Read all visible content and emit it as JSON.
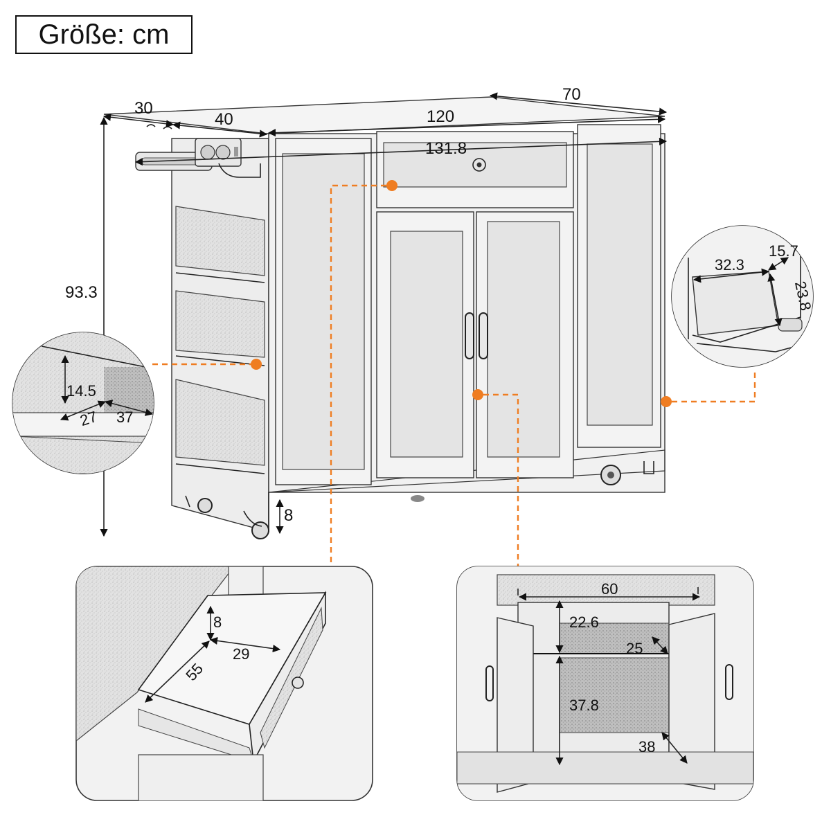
{
  "title": "Größe: cm",
  "main_dimensions": {
    "side_depth": "30",
    "side_width": "40",
    "top_depth": "70",
    "front_width": "120",
    "total_width": "131.8",
    "height": "93.3",
    "wheel_height": "8"
  },
  "insets": {
    "side_shelf": {
      "height": "14.5",
      "depth": "27",
      "width": "37"
    },
    "pull_out_basket": {
      "width": "32.3",
      "depth": "15.7",
      "height": "23.8"
    },
    "drawer": {
      "height": "8",
      "width": "29",
      "depth": "55"
    },
    "cabinet": {
      "width": "60",
      "upper_height": "22.6",
      "upper_depth": "25",
      "lower_height": "37.8",
      "lower_depth": "38"
    }
  },
  "colors": {
    "accent": "#ef7d22",
    "line": "#222222",
    "texture": "#d9d9d9"
  }
}
